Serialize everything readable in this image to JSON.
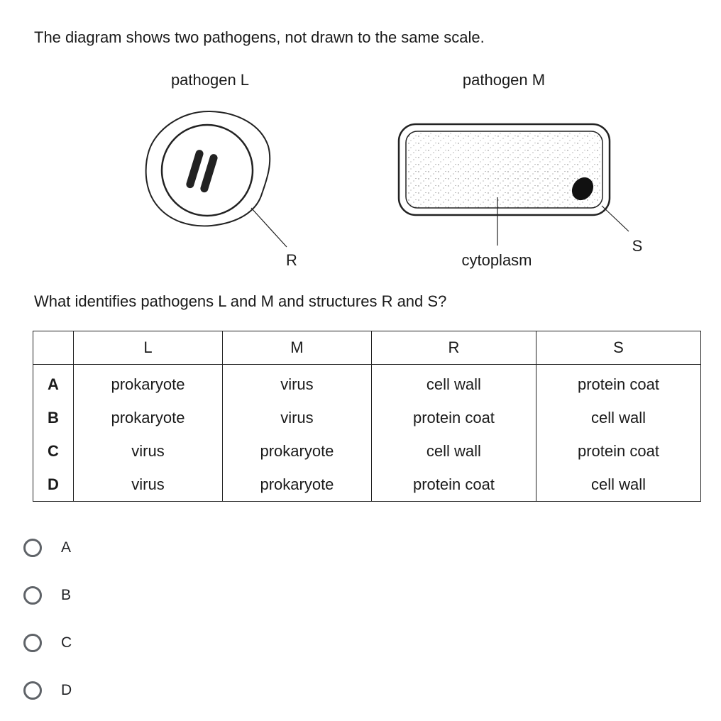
{
  "question_intro": "The diagram shows two pathogens, not drawn to the same scale.",
  "diagram": {
    "pathogen_l_label": "pathogen L",
    "pathogen_m_label": "pathogen M",
    "label_r": "R",
    "label_cytoplasm": "cytoplasm",
    "label_s": "S"
  },
  "question_text": "What identifies pathogens L and M and structures R and S?",
  "table": {
    "headers": [
      "",
      "L",
      "M",
      "R",
      "S"
    ],
    "rows": [
      [
        "A",
        "prokaryote",
        "virus",
        "cell wall",
        "protein coat"
      ],
      [
        "B",
        "prokaryote",
        "virus",
        "protein coat",
        "cell wall"
      ],
      [
        "C",
        "virus",
        "prokaryote",
        "cell wall",
        "protein coat"
      ],
      [
        "D",
        "virus",
        "prokaryote",
        "protein coat",
        "cell wall"
      ]
    ]
  },
  "options": [
    {
      "label": "A"
    },
    {
      "label": "B"
    },
    {
      "label": "C"
    },
    {
      "label": "D"
    }
  ],
  "icons": {
    "radio": "radio-unchecked-icon"
  },
  "colors": {
    "text": "#1a1a1a",
    "radio_border": "#5f6368"
  }
}
